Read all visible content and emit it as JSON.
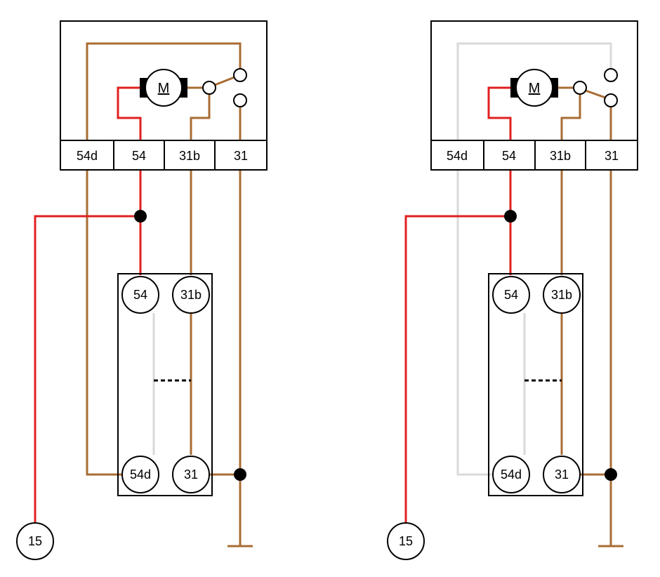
{
  "wire_colors": {
    "brown": "#a86c33",
    "red": "#e02020",
    "inactive": "#d9d9d9",
    "black": "#000000"
  },
  "panels": [
    {
      "id": "left",
      "motor_label": "M",
      "terminal_strip": [
        "54d",
        "54",
        "31b",
        "31"
      ],
      "switch_contacts": [
        "54",
        "31b",
        "54d",
        "31"
      ],
      "supply_label": "15",
      "wire_54d_state": "active"
    },
    {
      "id": "right",
      "motor_label": "M",
      "terminal_strip": [
        "54d",
        "54",
        "31b",
        "31"
      ],
      "switch_contacts": [
        "54",
        "31b",
        "54d",
        "31"
      ],
      "supply_label": "15",
      "wire_54d_state": "inactive"
    }
  ]
}
